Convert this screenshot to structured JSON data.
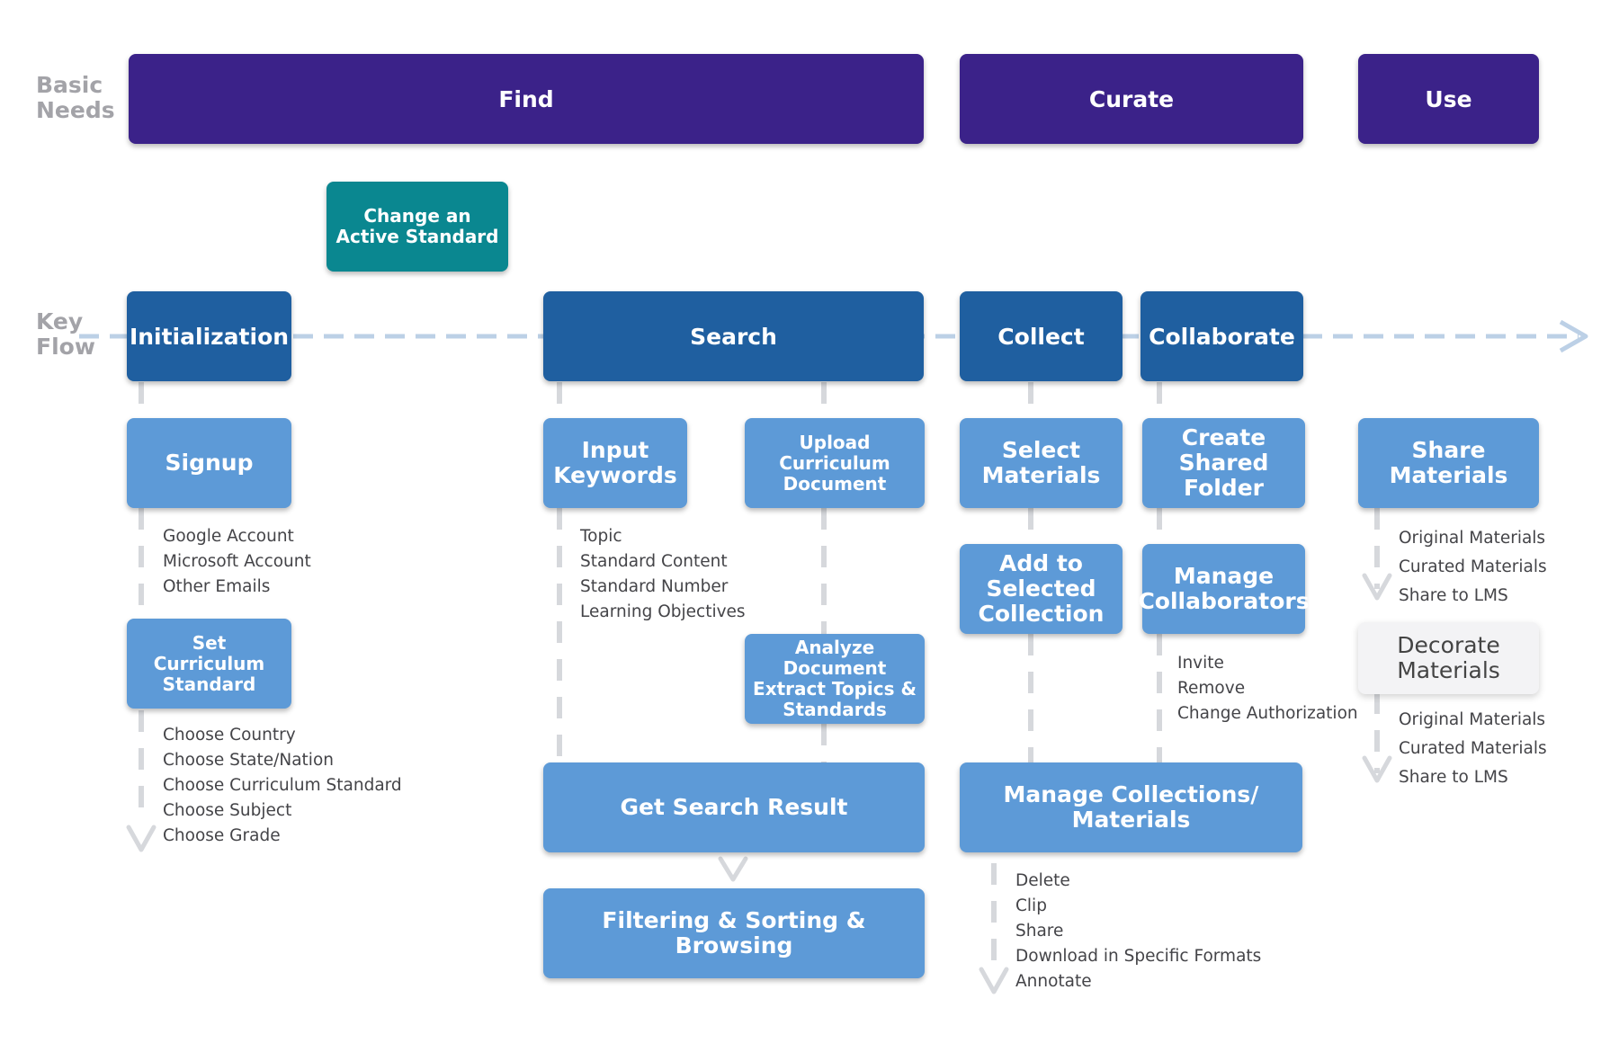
{
  "row_labels": {
    "basic_needs": "Basic\nNeeds",
    "key_flow": "Key\nFlow"
  },
  "basic_needs": {
    "find": "Find",
    "curate": "Curate",
    "use": "Use"
  },
  "change_standard": "Change an Active Standard",
  "key_flow": {
    "initialization": "Initialization",
    "search": "Search",
    "collect": "Collect",
    "collaborate": "Collaborate"
  },
  "tasks": {
    "signup": "Signup",
    "set_curriculum": "Set Curriculum Standard",
    "input_keywords": "Input Keywords",
    "upload_document": "Upload Curriculum Document",
    "analyze_document": "Analyze Document Extract Topics & Standards",
    "get_search_result": "Get Search Result",
    "filtering": "Filtering & Sorting & Browsing",
    "select_materials": "Select Materials",
    "add_to_collection": "Add to Selected Collection",
    "create_folder": "Create Shared Folder",
    "manage_collaborators": "Manage Collaborators",
    "manage_collections": "Manage Collections/ Materials",
    "share_materials": "Share Materials",
    "decorate_materials": "Decorate Materials"
  },
  "lists": {
    "signup": [
      "Google Account",
      "Microsoft Account",
      "Other Emails"
    ],
    "curriculum": [
      "Choose Country",
      "Choose State/Nation",
      "Choose Curriculum Standard",
      "Choose Subject",
      "Choose Grade"
    ],
    "keywords": [
      "Topic",
      "Standard Content",
      "Standard Number",
      "Learning Objectives"
    ],
    "collaborators": [
      "Invite",
      "Remove",
      "Change Authorization"
    ],
    "collections": [
      "Delete",
      "Clip",
      "Share",
      "Download in Specific Formats",
      "Annotate"
    ],
    "share": [
      "Original Materials",
      "Curated Materials",
      "Share to LMS"
    ],
    "decorate": [
      "Original Materials",
      "Curated Materials",
      "Share to LMS"
    ]
  },
  "colors": {
    "basic_need": "#3b2289",
    "key_flow": "#1f5fa0",
    "task": "#5d9ad7",
    "accent_teal": "#0a8790",
    "connector": "#bcd0e6",
    "connector_gray": "#d6d8dc"
  }
}
